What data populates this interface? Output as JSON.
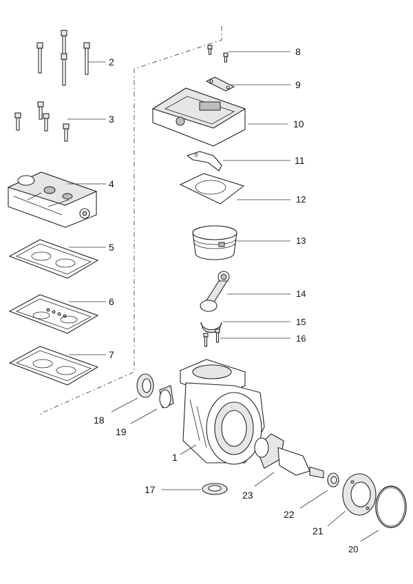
{
  "callouts": [
    {
      "id": "c1",
      "text": "1"
    },
    {
      "id": "c2",
      "text": "2"
    },
    {
      "id": "c3",
      "text": "3"
    },
    {
      "id": "c4",
      "text": "4"
    },
    {
      "id": "c5",
      "text": "5"
    },
    {
      "id": "c6",
      "text": "6"
    },
    {
      "id": "c7",
      "text": "7"
    },
    {
      "id": "c8",
      "text": "8"
    },
    {
      "id": "c9",
      "text": "9"
    },
    {
      "id": "c10",
      "text": "10"
    },
    {
      "id": "c11",
      "text": "11"
    },
    {
      "id": "c12",
      "text": "12"
    },
    {
      "id": "c13",
      "text": "13"
    },
    {
      "id": "c14",
      "text": "14"
    },
    {
      "id": "c15",
      "text": "15"
    },
    {
      "id": "c16",
      "text": "16"
    },
    {
      "id": "c17",
      "text": "17"
    },
    {
      "id": "c18",
      "text": "18"
    },
    {
      "id": "c19",
      "text": "19"
    },
    {
      "id": "c20",
      "text": "20"
    },
    {
      "id": "c21",
      "text": "21"
    },
    {
      "id": "c22",
      "text": "22"
    },
    {
      "id": "c23",
      "text": "23"
    }
  ]
}
